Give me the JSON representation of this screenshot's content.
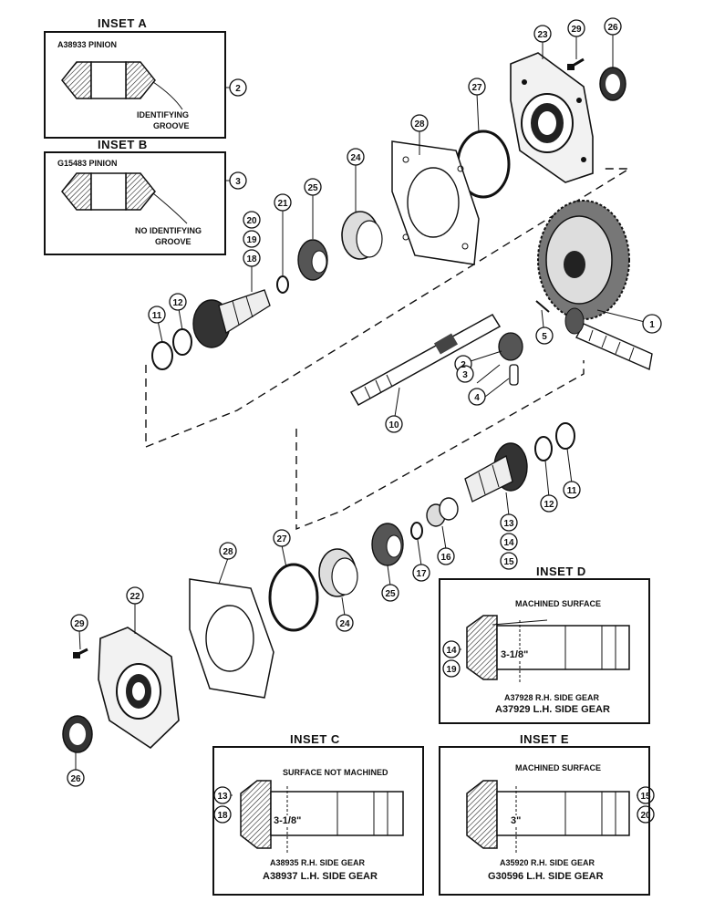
{
  "insets": {
    "a": {
      "title": "INSET A",
      "part": "A38933 PINION",
      "note_line1": "IDENTIFYING",
      "note_line2": "GROOVE"
    },
    "b": {
      "title": "INSET B",
      "part": "G15483 PINION",
      "note_line1": "NO IDENTIFYING",
      "note_line2": "GROOVE"
    },
    "c": {
      "title": "INSET C",
      "surface": "SURFACE NOT MACHINED",
      "dimension": "3-1/8\"",
      "rh": "A38935 R.H. SIDE GEAR",
      "lh": "A38937 L.H. SIDE GEAR"
    },
    "d": {
      "title": "INSET D",
      "surface": "MACHINED SURFACE",
      "dimension": "3-1/8\"",
      "rh": "A37928 R.H. SIDE GEAR",
      "lh": "A37929 L.H. SIDE GEAR"
    },
    "e": {
      "title": "INSET E",
      "surface": "MACHINED SURFACE",
      "dimension": "3\"",
      "rh": "A35920 R.H. SIDE GEAR",
      "lh": "G30596 L.H. SIDE GEAR"
    }
  },
  "callouts": [
    "1",
    "2",
    "3",
    "4",
    "5",
    "10",
    "11",
    "12",
    "13",
    "14",
    "15",
    "16",
    "17",
    "18",
    "19",
    "20",
    "21",
    "22",
    "23",
    "24",
    "25",
    "26",
    "27",
    "28",
    "29"
  ]
}
